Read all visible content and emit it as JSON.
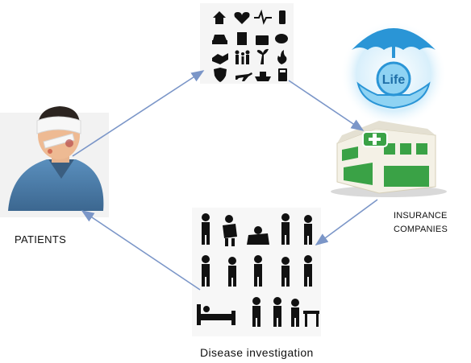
{
  "nodes": {
    "patients": {
      "label": "PATIENTS"
    },
    "insurance": {
      "line1": "INSURANCE",
      "line2": "COMPANIES"
    },
    "disease": {
      "label": "Disease investigation"
    },
    "life_badge": {
      "label": "Life"
    }
  },
  "colors": {
    "arrow": "#7b96c8",
    "umbrella": "#2a95d6",
    "hand": "#8fd3f3",
    "building_wall": "#f4f1e6",
    "building_glass": "#3aa246",
    "figure": "#111111",
    "patient_shirt": "#4d7faa"
  },
  "icon_grid": {
    "icons": [
      "house-icon",
      "heart-icon",
      "pulse-icon",
      "phone-icon",
      "car-icon",
      "robot-icon",
      "briefcase-icon",
      "piggy-bank-icon",
      "handshake-icon",
      "family-icon",
      "palm-tree-icon",
      "fire-icon",
      "shield-icon",
      "airplane-icon",
      "ship-icon",
      "calculator-icon"
    ]
  }
}
